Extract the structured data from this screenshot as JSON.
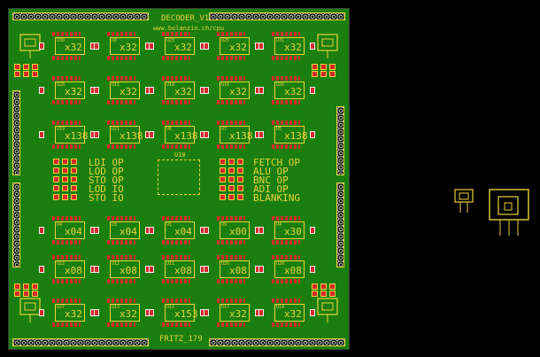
{
  "board": {
    "title": "DECODER_V1",
    "url": "www.bolanzin.ch/cpu",
    "footer": "FRITZ_179",
    "center_chip_ref": "U10"
  },
  "colors": {
    "board_green": "#1b7f10",
    "silkscreen": "#e8d23a",
    "copper_red": "#d42a2a",
    "background": "#000000"
  },
  "chips": {
    "row1": [
      {
        "ref": "U30",
        "value": "x32"
      },
      {
        "ref": "U8",
        "value": "x32"
      },
      {
        "ref": "U23",
        "value": "x32"
      },
      {
        "ref": "U25",
        "value": "x32"
      },
      {
        "ref": "U31",
        "value": "x32"
      }
    ],
    "row2": [
      {
        "ref": "U28",
        "value": "x32"
      },
      {
        "ref": "U15",
        "value": "x32"
      },
      {
        "ref": "U18",
        "value": "x32"
      },
      {
        "ref": "U16",
        "value": "x32"
      },
      {
        "ref": "U26",
        "value": "x32"
      }
    ],
    "row3": [
      {
        "ref": "U19",
        "value": "x138"
      },
      {
        "ref": "U21",
        "value": "x138"
      },
      {
        "ref": "U6",
        "value": "x138"
      },
      {
        "ref": "U7",
        "value": "x138"
      },
      {
        "ref": "U5",
        "value": "x138"
      }
    ],
    "row4": [
      {
        "ref": "U4",
        "value": "x04"
      },
      {
        "ref": "U3",
        "value": "x04"
      },
      {
        "ref": "U1",
        "value": "x04"
      },
      {
        "ref": "U9",
        "value": "x00"
      },
      {
        "ref": "U4",
        "value": "x30"
      }
    ],
    "row5": [
      {
        "ref": "U22",
        "value": "x08"
      },
      {
        "ref": "U12",
        "value": "x08"
      },
      {
        "ref": "U11",
        "value": "x08"
      },
      {
        "ref": "U20",
        "value": "x08"
      },
      {
        "ref": "U20",
        "value": "x08"
      }
    ],
    "row6": [
      {
        "ref": "U27",
        "value": "x32"
      },
      {
        "ref": "U13",
        "value": "x32"
      },
      {
        "ref": "U13",
        "value": "x153"
      },
      {
        "ref": "U17",
        "value": "x32"
      },
      {
        "ref": "U14",
        "value": "x32"
      }
    ]
  },
  "left_options": [
    "LDI OP",
    "LOD OP",
    "STO OP",
    "LOD IO",
    "STO IO"
  ],
  "right_options": [
    "FETCH OP",
    "ALU OP",
    "BNC OP",
    "ADI OP",
    "BLANKING"
  ],
  "icons": [
    "header-connector-icon",
    "regulator-icon"
  ]
}
